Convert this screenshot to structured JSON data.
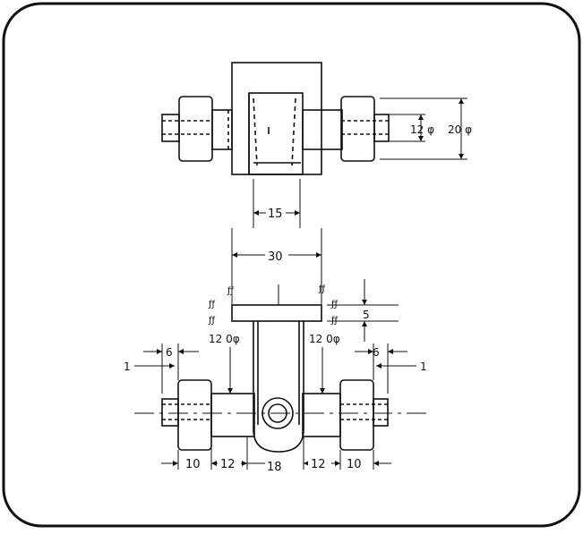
{
  "top_view": {
    "dims": {
      "bore": "12 φ",
      "outer": "20 φ",
      "block_width": "15"
    }
  },
  "front_view": {
    "dims": {
      "plate_width": "30",
      "plate_thickness": "5",
      "left_pin": "12 0φ",
      "right_pin": "12 0φ",
      "left_six": "6",
      "right_six": "6",
      "left_one": "1",
      "right_one": "1",
      "bottom": [
        "10",
        "12",
        "18",
        "12",
        "10"
      ]
    },
    "finish_marks": [
      "ƒƒ",
      "ƒƒ",
      "ƒƒ",
      "ƒƒ",
      "ƒƒ",
      "ƒƒ"
    ]
  }
}
